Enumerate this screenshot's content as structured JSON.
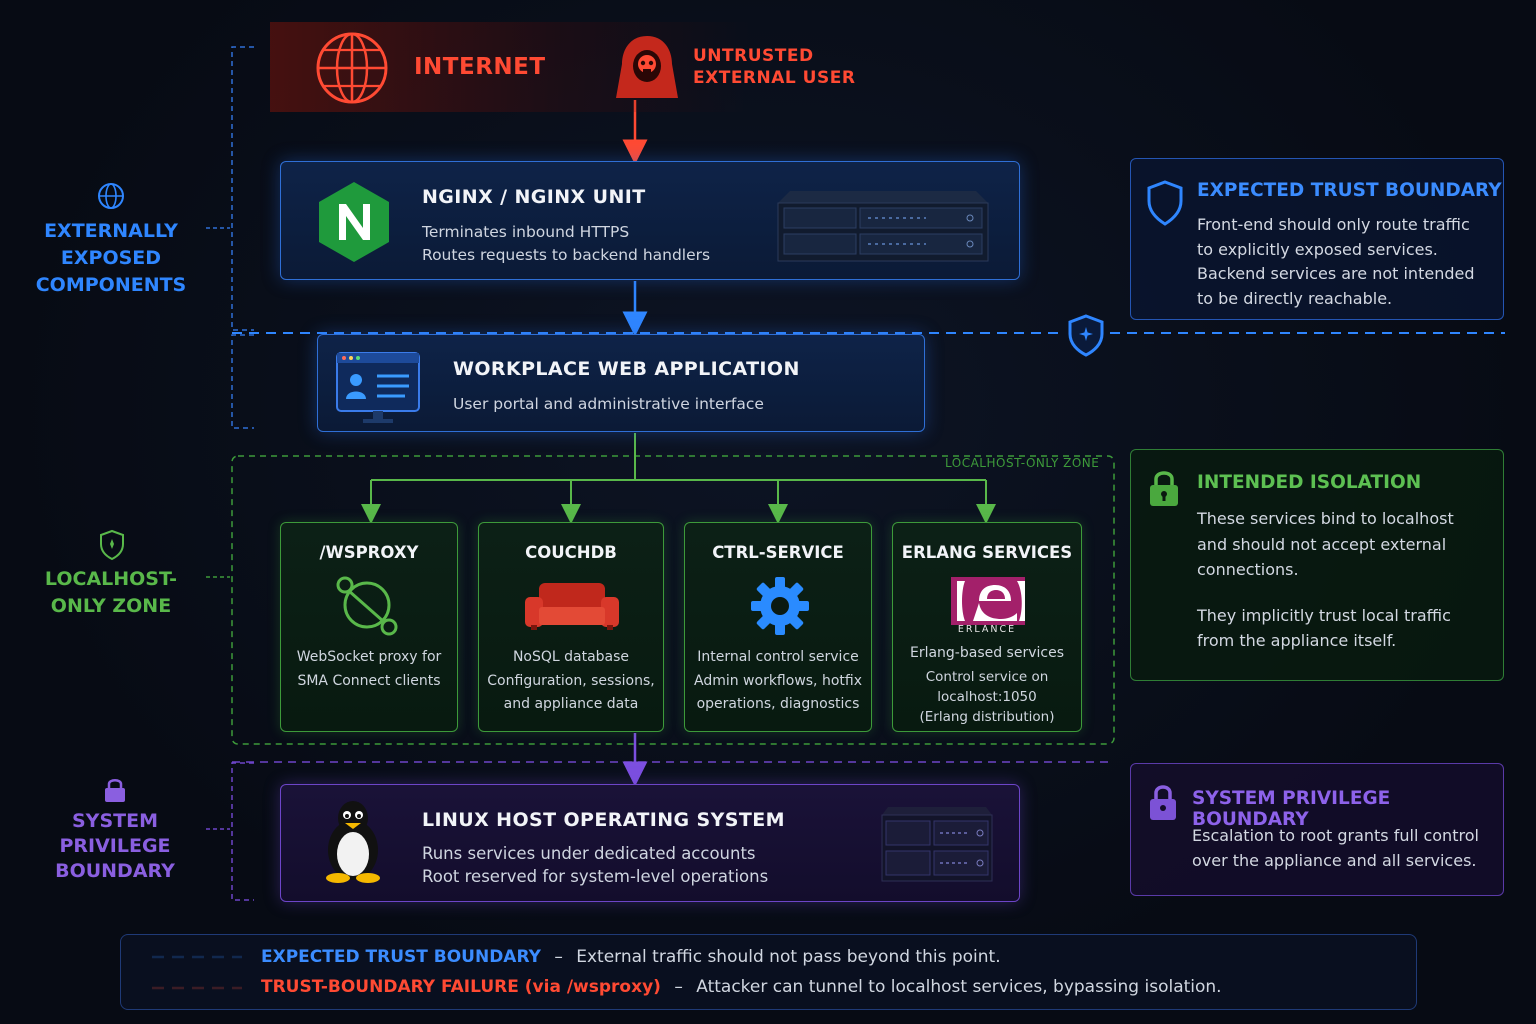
{
  "internet": {
    "label": "INTERNET",
    "attacker_label_line1": "UNTRUSTED",
    "attacker_label_line2": "EXTERNAL USER"
  },
  "side_labels": {
    "external": [
      "EXTERNALLY",
      "EXPOSED",
      "COMPONENTS"
    ],
    "localhost": [
      "LOCALHOST-",
      "ONLY ZONE"
    ],
    "system": [
      "SYSTEM",
      "PRIVILEGE",
      "BOUNDARY"
    ]
  },
  "nginx": {
    "title": "NGINX / NGINX UNIT",
    "line1": "Terminates inbound HTTPS",
    "line2": "Routes requests to backend handlers"
  },
  "webapp": {
    "title": "WORKPLACE WEB APPLICATION",
    "desc": "User portal and administrative interface"
  },
  "zone_tag": "LOCALHOST-ONLY ZONE",
  "services": [
    {
      "title": "/WSPROXY",
      "lines": [
        "WebSocket proxy for",
        "SMA Connect clients"
      ]
    },
    {
      "title": "COUCHDB",
      "lines": [
        "NoSQL database",
        "Configuration, sessions,",
        "and appliance data"
      ]
    },
    {
      "title": "CTRL-SERVICE",
      "lines": [
        "Internal control service",
        "Admin workflows, hotfix",
        "operations, diagnostics"
      ]
    },
    {
      "title": "ERLANG SERVICES",
      "logo_text": "ERLANCE",
      "lines": [
        "Erlang-based services",
        "Control service on",
        "localhost:1050",
        "(Erlang distribution)"
      ]
    }
  ],
  "linux": {
    "title": "LINUX HOST OPERATING SYSTEM",
    "line1": "Runs services under dedicated accounts",
    "line2": "Root reserved for system-level operations"
  },
  "notes": {
    "trust": {
      "title": "EXPECTED TRUST BOUNDARY",
      "lines": [
        "Front-end should only route traffic",
        "to explicitly exposed services.",
        "Backend services are not intended",
        "to be directly reachable."
      ]
    },
    "isolation": {
      "title": "INTENDED ISOLATION",
      "lines": [
        "These services bind to localhost",
        "and should not accept external",
        "connections."
      ],
      "lines2": [
        "They implicitly trust local traffic",
        "from the appliance itself."
      ]
    },
    "privilege": {
      "title": "SYSTEM PRIVILEGE BOUNDARY",
      "lines": [
        "Escalation to root grants full control",
        "over the appliance and all services."
      ]
    }
  },
  "legend": {
    "row1_key": "EXPECTED TRUST BOUNDARY",
    "row1_sep": "–",
    "row1_text": "External traffic should not pass beyond this point.",
    "row2_key": "TRUST-BOUNDARY FAILURE (via /wsproxy)",
    "row2_sep": "–",
    "row2_text": "Attacker can tunnel to localhost services, bypassing isolation."
  },
  "colors": {
    "trust_blue": "#2f86ff",
    "attacker_red": "#ff4a33",
    "localhost_green": "#59b84a",
    "system_purple": "#8a5fe0"
  }
}
